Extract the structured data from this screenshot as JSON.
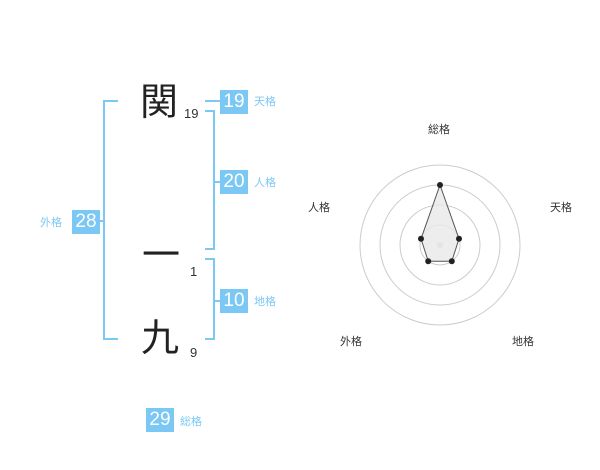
{
  "characters": [
    {
      "char": "関",
      "strokes": "19"
    },
    {
      "char": "一",
      "strokes": "1"
    },
    {
      "char": "九",
      "strokes": "9"
    }
  ],
  "fortunes": {
    "tenkaku": {
      "value": "19",
      "label": "天格"
    },
    "jinkaku": {
      "value": "20",
      "label": "人格"
    },
    "chikaku": {
      "value": "10",
      "label": "地格"
    },
    "gaikaku": {
      "value": "28",
      "label": "外格"
    },
    "soukaku": {
      "value": "29",
      "label": "総格"
    }
  },
  "radar": {
    "axes": [
      "総格",
      "天格",
      "地格",
      "外格",
      "人格"
    ],
    "rings": 4,
    "scores": [
      3,
      1,
      1,
      1,
      1
    ],
    "colors": {
      "ring": "#cccccc",
      "fill": "#e8e8e8",
      "stroke": "#555555",
      "point": "#222222",
      "center": "#d0d0d0"
    }
  },
  "colors": {
    "accent": "#7cc8f5"
  }
}
